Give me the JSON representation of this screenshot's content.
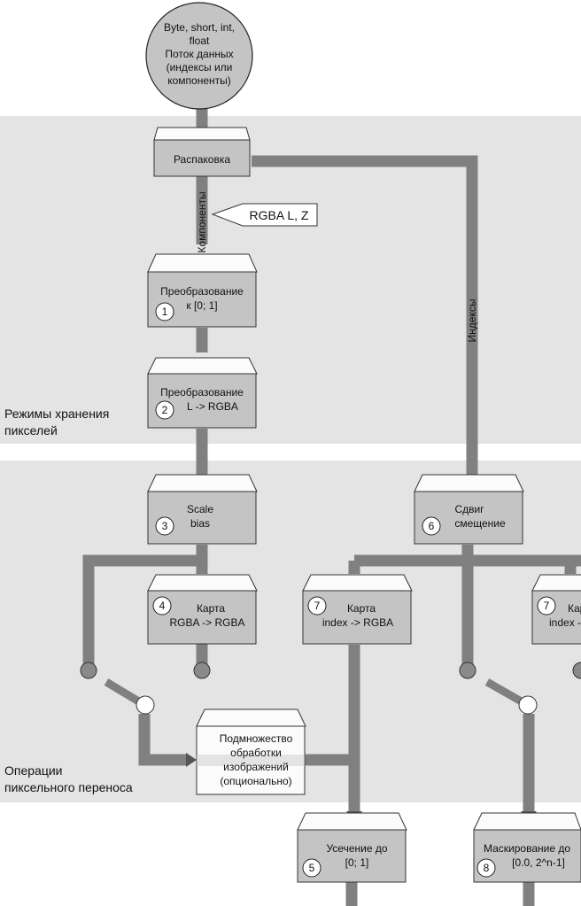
{
  "source": {
    "line1": "Byte, short, int,",
    "line2": "float",
    "line3": "Поток данных",
    "line4": "(индексы или",
    "line5": "компоненты)"
  },
  "regions": {
    "storage": {
      "line1": "Режимы хранения",
      "line2": "пикселей"
    },
    "transfer": {
      "line1": "Операции",
      "line2": "пиксельного переноса"
    }
  },
  "flow_labels": {
    "components": "Компоненты",
    "indices": "Индексы"
  },
  "callout": "RGBA L, Z",
  "nodes": {
    "unpack": {
      "line1": "Распаковка"
    },
    "n1": {
      "badge": "1",
      "line1": "Преобразование",
      "line2": "к [0; 1]"
    },
    "n2": {
      "badge": "2",
      "line1": "Преобразование",
      "line2": "L -> RGBA"
    },
    "n3": {
      "badge": "3",
      "line1": "Scale",
      "line2": "bias"
    },
    "n4": {
      "badge": "4",
      "line1": "Карта",
      "line2": "RGBA -> RGBA"
    },
    "n6": {
      "badge": "6",
      "line1": "Сдвиг",
      "line2": "смещение"
    },
    "n7a": {
      "badge": "7",
      "line1": "Карта",
      "line2": "index -> RGBA"
    },
    "n7b": {
      "badge": "7",
      "line1": "Карта",
      "line2": "index -> RGBA"
    },
    "imaging": {
      "line1": "Подмножество",
      "line2": "обработки",
      "line3": "изображений",
      "line4": "(опционально)"
    },
    "n5": {
      "badge": "5",
      "line1": "Усечение до",
      "line2": "[0; 1]"
    },
    "n8": {
      "badge": "8",
      "line1": "Маскирование до",
      "line2": "[0.0, 2^n-1]"
    }
  },
  "colors": {
    "region": "#e4e4e4",
    "node": "#c4c4c4",
    "node_top": "#fbfbfb",
    "pipe": "#808080",
    "pipe_head": "#555555",
    "switch_dot": "#8a8a8a"
  }
}
